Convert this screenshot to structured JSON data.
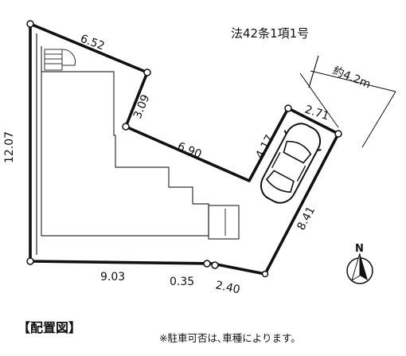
{
  "header": {
    "title": "【配置図】"
  },
  "note": "※駐車可否は､車種によります。",
  "road": {
    "law_label": "法42条1項1号",
    "width_label": "約4.2m"
  },
  "north": {
    "label": "N"
  },
  "dimensions": {
    "top": "6.52",
    "upper_diag": "3.09",
    "middle": "6.90",
    "parking_left": "4.17",
    "parking_top": "2.71",
    "right": "8.41",
    "left": "12.07",
    "bottom": "9.03",
    "bottom_small": "0.35",
    "bottom_right": "2.40"
  }
}
